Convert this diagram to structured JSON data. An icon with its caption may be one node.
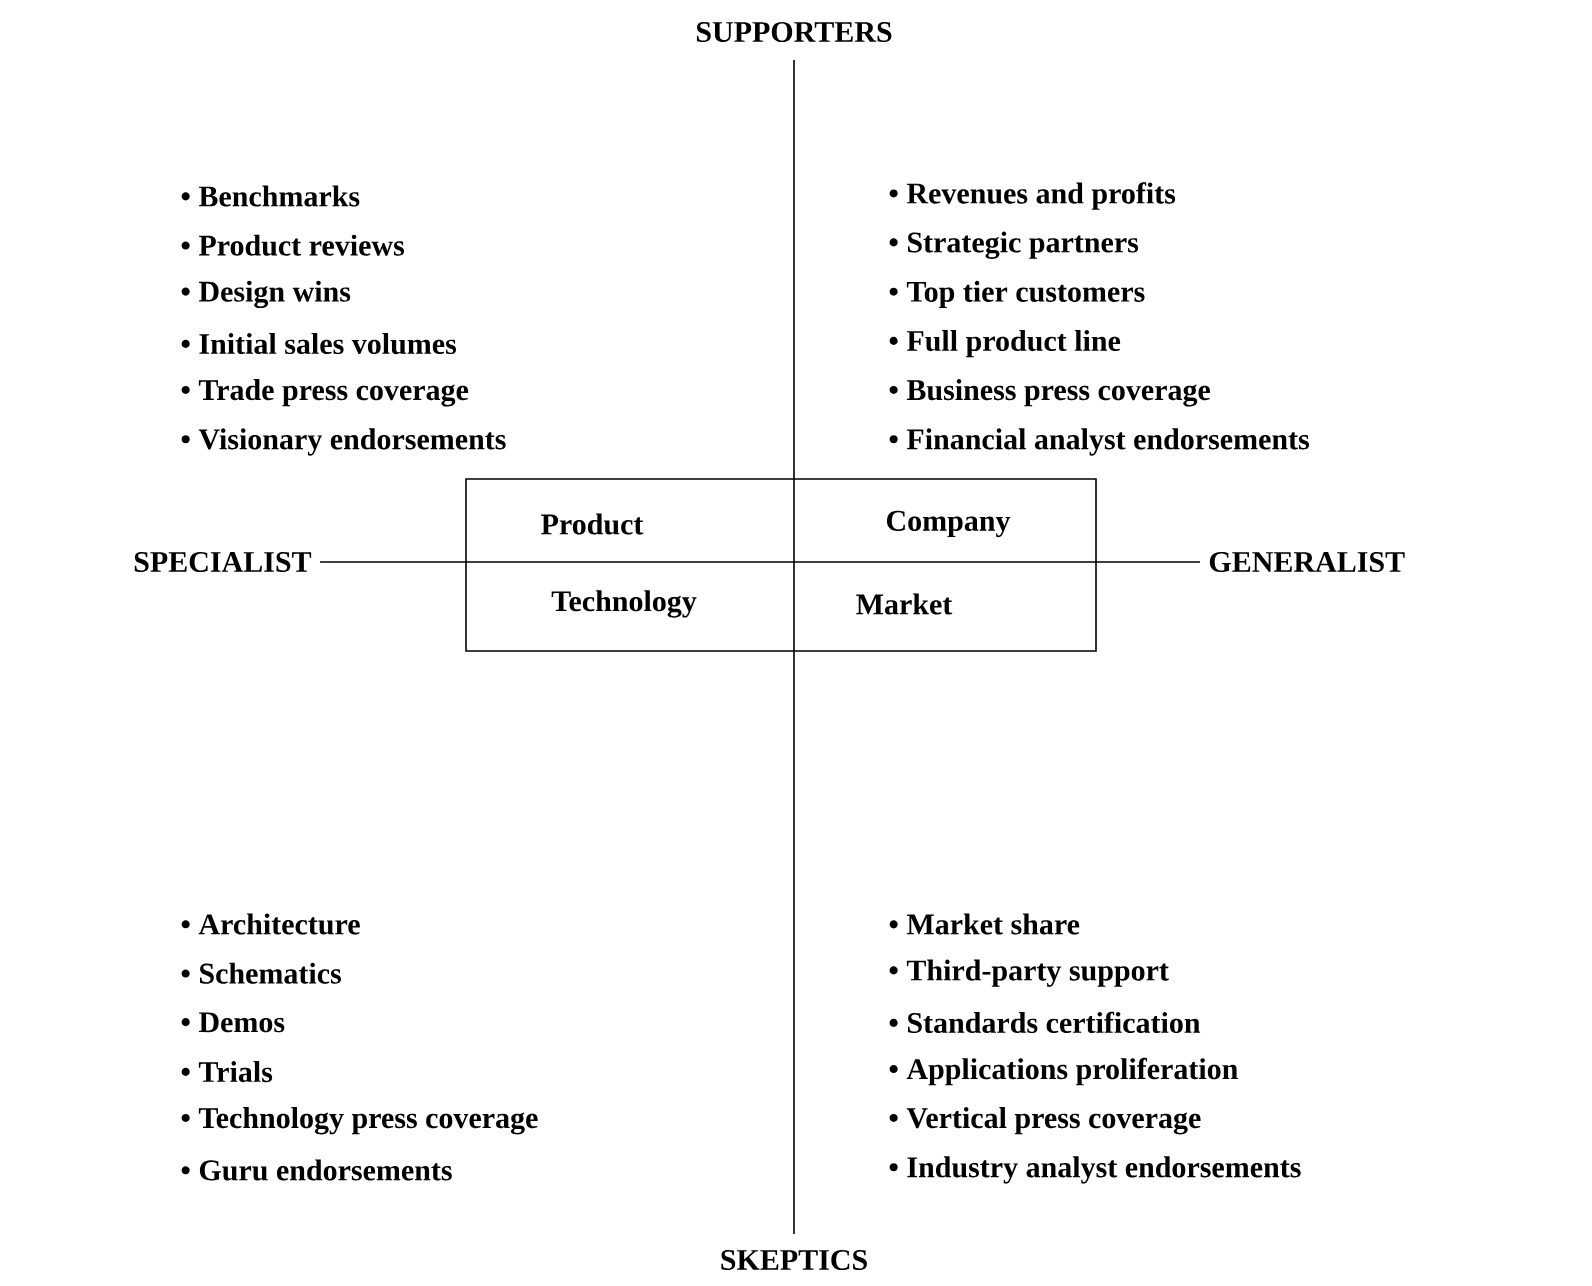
{
  "diagram": {
    "nodes": [
      {
        "text": [],
        "shape": "box"
      },
      {
        "text": [
          "Product"
        ],
        "in": 0
      },
      {
        "text": [
          "Company"
        ],
        "in": 0
      },
      {
        "text": [
          "Technology"
        ],
        "in": 0
      },
      {
        "text": [
          "Market"
        ],
        "in": 0
      }
    ],
    "labels": [
      "SUPPORTERS",
      "• Benchmarks",
      "• Product reviews",
      "• Design wins",
      "• Initial sales volumes",
      "• Trade press coverage",
      "• Visionary endorsements",
      "• Revenues and profits",
      "• Strategic partners",
      "• Top tier customers",
      "• Full product line",
      "• Business press coverage",
      "• Financial analyst endorsements",
      "SPECIALIST",
      "GENERALIST",
      "• Architecture",
      "• Schematics",
      "• Demos",
      "• Trials",
      "• Technology press coverage",
      "• Guru endorsements",
      "• Market share",
      "• Third-party support",
      "• Standards certification",
      "• Applications proliferation",
      "• Vertical press coverage",
      "• Industry analyst endorsements",
      "SKEPTICS"
    ]
  }
}
